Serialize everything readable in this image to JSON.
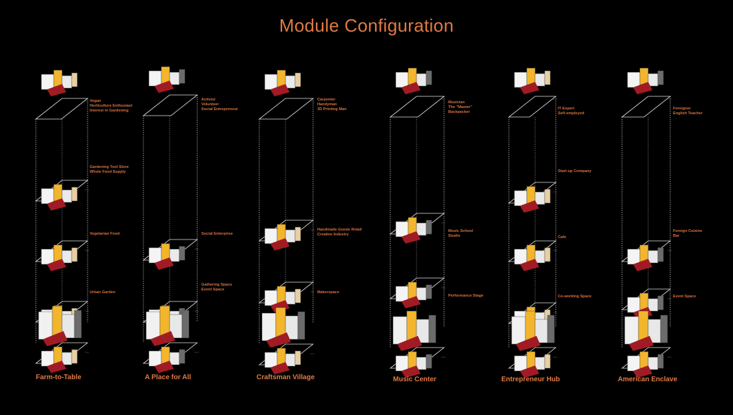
{
  "title": "Module Configuration",
  "colors": {
    "accent": "#e07a45",
    "yellow": "#f2b52c",
    "red": "#a11b24",
    "tan": "#e8cfa0",
    "grey": "#6b6b6b"
  },
  "columns": [
    {
      "name": "Farm-to-Table",
      "labels": [
        [
          "Vegan",
          "Horticulture Enthusiast",
          "Interest in Gardening"
        ],
        [
          "Gardening Tool Store",
          "Whole Food Supply"
        ],
        [
          "Vegetarian Food"
        ],
        [
          "Urban Garden"
        ]
      ]
    },
    {
      "name": "A Place for All",
      "labels": [
        [
          "Activist",
          "Volunteer",
          "Social Entrepreneur"
        ],
        [
          "Social Enterprise"
        ],
        [
          "Gathering Space",
          "Event Space"
        ]
      ]
    },
    {
      "name": "Craftsman Village",
      "labels": [
        [
          "Carpenter",
          "Handyman",
          "3D Printing Man"
        ],
        [
          "Handmade Goods Retail",
          "Creative Industry"
        ],
        [
          "Makerspace"
        ]
      ]
    },
    {
      "name": "Music Center",
      "labels": [
        [
          "Musician",
          "The \"Master\"",
          "Backpacker"
        ],
        [
          "Music School",
          "Studio"
        ],
        [
          "Performance Stage"
        ]
      ]
    },
    {
      "name": "Entrepreneur Hub",
      "labels": [
        [
          "IT Expert",
          "Self-employed"
        ],
        [
          "Start-up Company"
        ],
        [
          "Cafe"
        ],
        [
          "Co-working Space"
        ]
      ]
    },
    {
      "name": "American Enclave",
      "labels": [
        [
          "Foreigner",
          "English Teacher"
        ],
        [
          "Foreign Cuisine",
          "Bar"
        ],
        [
          "Event Space"
        ]
      ]
    }
  ]
}
